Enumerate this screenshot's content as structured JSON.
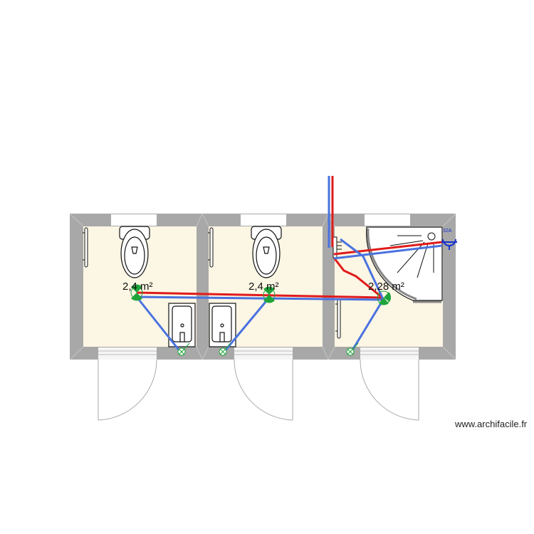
{
  "plan": {
    "rooms": [
      {
        "id": "wc-1",
        "area": "2,4 m²"
      },
      {
        "id": "wc-2",
        "area": "2,4 m²"
      },
      {
        "id": "shower-room",
        "area": "2,28 m²"
      }
    ],
    "electric_label": "32A",
    "colors": {
      "wall": "#a8a8a8",
      "floor": "#fcf6e4",
      "hot_water": "#e01b1b",
      "cold_water": "#4a72e0",
      "fixture_green": "#1ea53a",
      "electric": "#1530d0"
    }
  },
  "footer": {
    "watermark": "www.archifacile.fr"
  }
}
